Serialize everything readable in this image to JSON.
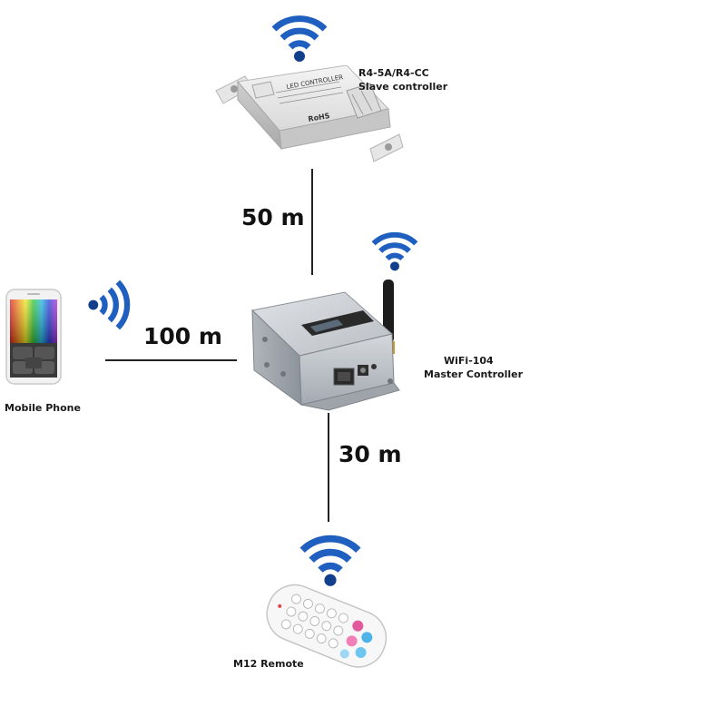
{
  "colors": {
    "wifi": "#1f5fbf",
    "wifi_dark": "#123f8c",
    "line": "#222222"
  },
  "icons": [
    "wifi-signal-icon"
  ],
  "devices": {
    "slave": {
      "model": "R4-5A/R4-CC",
      "role": "Slave controller",
      "product_text": "LED CONTROLLER",
      "mark": "RoHS"
    },
    "master": {
      "model": "WiFi-104",
      "role": "Master Controller"
    },
    "phone": {
      "label": "Mobile Phone"
    },
    "remote": {
      "label": "M12 Remote"
    }
  },
  "links": {
    "slave_to_master": "50 m",
    "phone_to_master": "100 m",
    "remote_to_master": "30 m"
  }
}
